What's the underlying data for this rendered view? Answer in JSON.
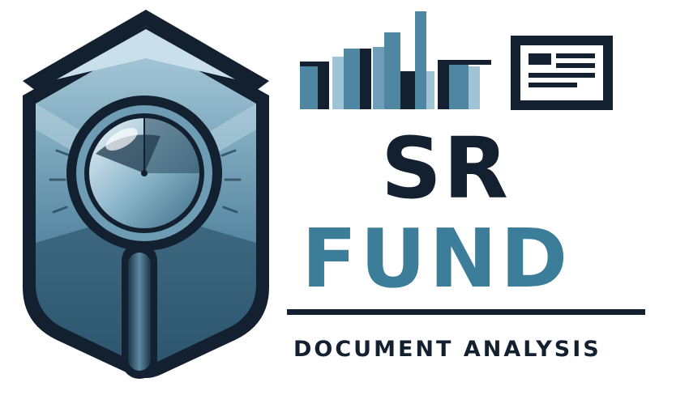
{
  "logo": {
    "name_line1": "SR",
    "name_line2": "FUND",
    "tagline": "DOCUMENT ANALYSIS"
  },
  "icons": {
    "emblem": "magnifying-glass-shield-icon",
    "chart": "bar-chart-icon",
    "card": "document-card-icon"
  },
  "colors": {
    "navy": "#12202f",
    "teal": "#3c7d99",
    "steel_blue": "#4f86a1",
    "light_blue": "#9fc4d6",
    "background": "#ffffff"
  }
}
